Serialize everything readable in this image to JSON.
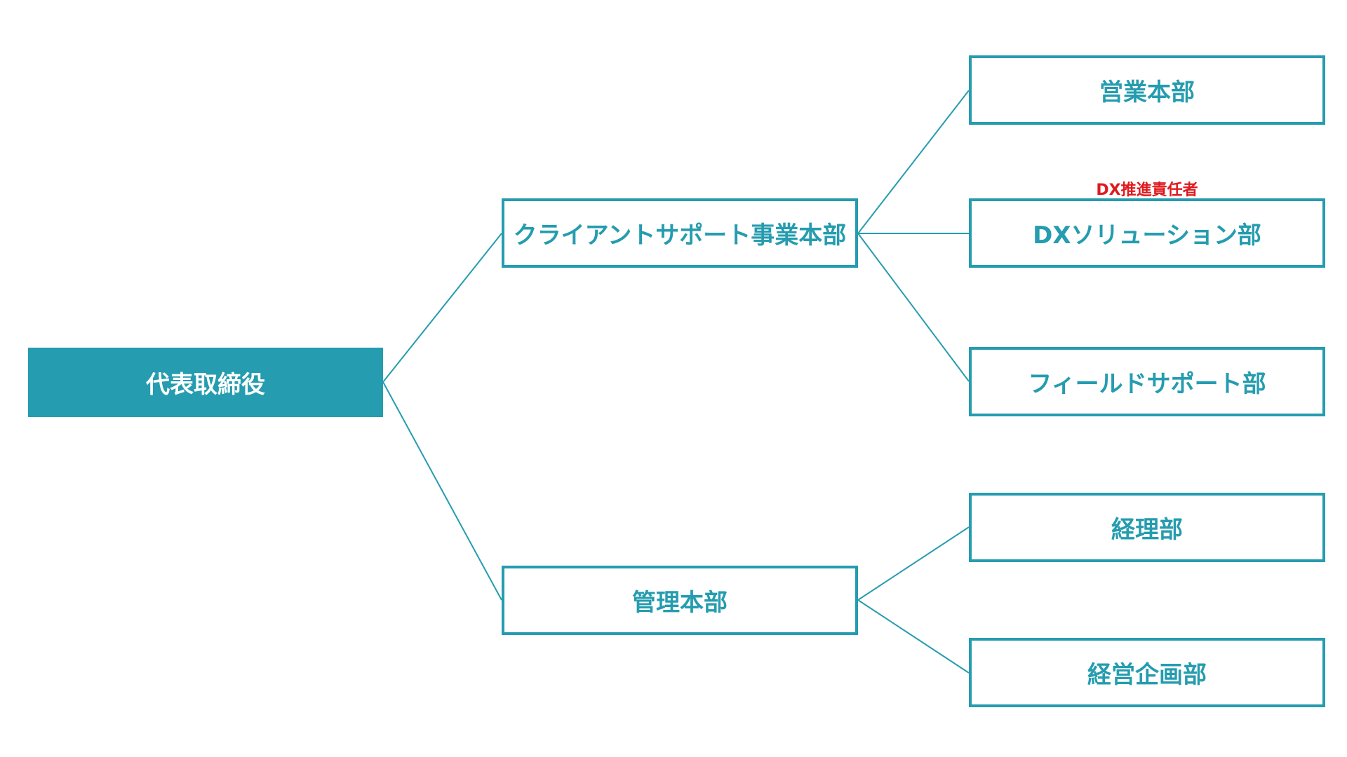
{
  "colors": {
    "accent": "#259caf",
    "annotation": "#e0191e",
    "background": "#ffffff"
  },
  "org_chart": {
    "root": {
      "label": "代表取締役"
    },
    "divisions": [
      {
        "label": "クライアントサポート事業本部",
        "departments": [
          {
            "label": "営業本部",
            "note": ""
          },
          {
            "label": "DXソリューション部",
            "note": "DX推進責任者"
          },
          {
            "label": "フィールドサポート部",
            "note": ""
          }
        ]
      },
      {
        "label": "管理本部",
        "departments": [
          {
            "label": "経理部",
            "note": ""
          },
          {
            "label": "経営企画部",
            "note": ""
          }
        ]
      }
    ]
  }
}
